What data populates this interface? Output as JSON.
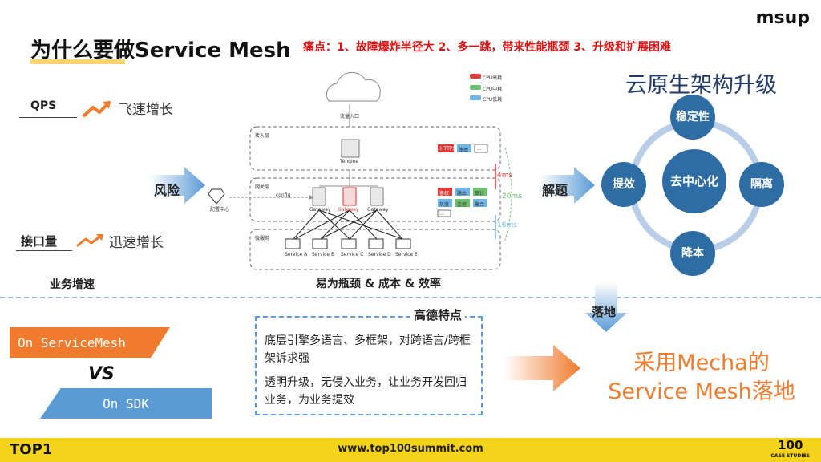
{
  "header": {
    "title": "为什么要做Service Mesh",
    "pain_points": "痛点：1、故障爆炸半径大 2、多一跳，带来性能瓶颈 3、升级和扩展困难",
    "logo": "msup"
  },
  "left": {
    "qps_label": "QPS",
    "qps_desc": "飞速增长",
    "risk_label": "风险",
    "api_label": "接口量",
    "api_desc": "迅速增长",
    "biz_label": "业务增速"
  },
  "diagram": {
    "caption": "易为瓶颈 & 成本 & 效率",
    "traffic_entry": "流量入口",
    "legend": [
      "CPU高耗",
      "CPU中耗",
      "CPU低耗"
    ],
    "layer_access": "接入层",
    "layer_gateway": "网关层",
    "layer_micro": "微服务",
    "tengine": "Tengine",
    "config_center": "配置中心",
    "config": "config",
    "gateways": [
      "Gateway",
      "Gateway",
      "Gateway"
    ],
    "services": [
      "Service A",
      "Service B",
      "Service C",
      "Service D",
      "Service E"
    ],
    "access_tags": [
      "HTTPS",
      "路由",
      "..."
    ],
    "gateway_tags": [
      "鉴权",
      "路由",
      "审计",
      "灰度",
      "监控",
      "聚合",
      "..."
    ],
    "lat_4ms": "4ms",
    "lat_20ms": "20ms",
    "lat_16ms": "16ms"
  },
  "solve_label": "解题",
  "cloud": {
    "title": "云原生架构升级",
    "center": "去中心化",
    "top": "稳定性",
    "left": "提效",
    "right": "隔离",
    "bottom": "降本"
  },
  "landing_label": "落地",
  "bottom": {
    "on_mesh": "On ServiceMesh",
    "vs": "VS",
    "on_sdk": "On SDK",
    "gd_title": "高德特点",
    "gd_line1": "底层引擎多语言、多框架，对跨语言/跨框架诉求强",
    "gd_line2": "透明升级，无侵入业务，让业务开发回归业务，为业务提效",
    "result_line1": "采用Mecha的",
    "result_line2": "Service Mesh落地"
  },
  "footer": {
    "left": "TOP1",
    "url": "www.top100summit.com",
    "right_top": "100",
    "right_bottom": "CASE STUDIES"
  },
  "colors": {
    "accent_orange": "#f07b2c",
    "accent_blue": "#2e6da4",
    "pain_red": "#e01010",
    "footer_yellow": "#f5d31a"
  }
}
